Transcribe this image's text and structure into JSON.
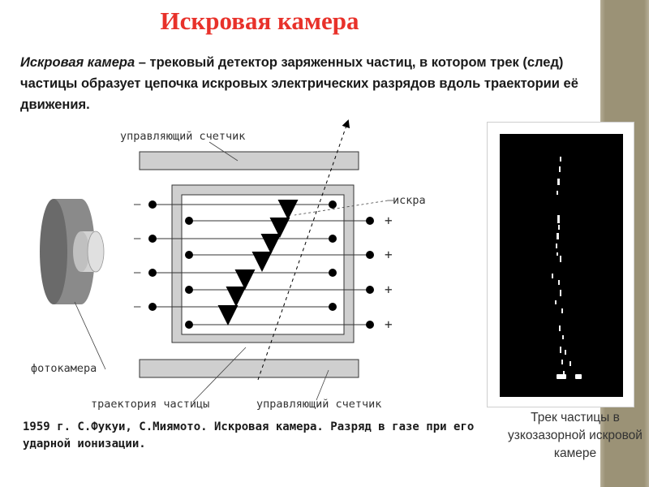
{
  "slide": {
    "title": "Искровая камера",
    "definition_term": "Искровая камера",
    "definition_rest": " – трековый детектор заряженных частиц, в котором трек (след) частицы образует цепочка искровых электрических разрядов вдоль траектории её движения.",
    "history_note": "1959 г.  С.Фукуи, С.Миямото. Искровая камера. Разряд в газе при его ударной ионизации."
  },
  "diagram": {
    "label_top_counter": "управляющий счетчик",
    "label_spark": "искра",
    "label_camera": "фотокамера",
    "label_trajectory": "траектория частицы",
    "label_bottom_counter": "управляющий счетчик",
    "minus_signs": [
      "–",
      "–",
      "–",
      "–"
    ],
    "plus_signs": [
      "+",
      "+",
      "+",
      "+"
    ]
  },
  "photo": {
    "caption": "Трек частицы в узкозазорной искровой камере"
  },
  "colors": {
    "title": "#e8312a",
    "sidebar": "#9b9276",
    "plate": "#cfcfcf",
    "camera": "#8a8a8a"
  }
}
